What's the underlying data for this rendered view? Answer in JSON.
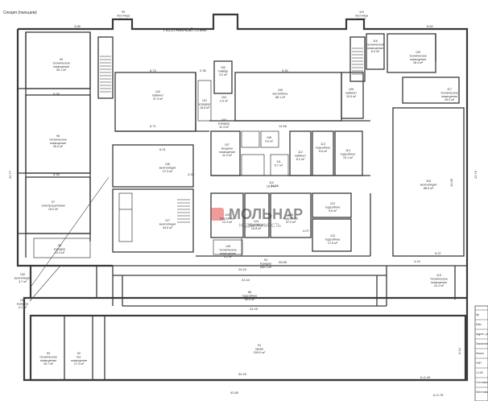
{
  "header": {
    "section_label": "Секция (пальцем)",
    "plan_title": "ПОЭТАЖНЫЙ ПЛАН"
  },
  "watermark": {
    "title": "МОЛЬНАР",
    "subtitle": "НЕДВИЖИМОСТЬ",
    "accent_color": "#e24a4a"
  },
  "rooms": [
    {
      "id": "95",
      "name": "95\nтехническое\nпомещение\n30.1 м²"
    },
    {
      "id": "96",
      "name": "96\nтехническое\nпомещение\n45.4 м²"
    },
    {
      "id": "97",
      "name": "97\nэлектрощитовая\n15.0 м²"
    },
    {
      "id": "98",
      "name": "98\nкоридор\n10.3 м²"
    },
    {
      "id": "99",
      "name": "99\nлестница\n6.3 м²"
    },
    {
      "id": "100",
      "name": "100\nтамбур\n3.2 м²"
    },
    {
      "id": "101",
      "name": "101\nкоридор\n18.8 м²"
    },
    {
      "id": "102",
      "name": "102\nкабинет\n37.3 м²"
    },
    {
      "id": "103",
      "name": "103\nкоридор\n11.3 м²"
    },
    {
      "id": "104",
      "name": "104\n2.5 м²"
    },
    {
      "id": "106",
      "name": "106\nкабинет\n15.5 м²"
    },
    {
      "id": "107",
      "name": "107\nвходное\nпомещение\n11.0 м²"
    },
    {
      "id": "108",
      "name": "108\n4.6 м²"
    },
    {
      "id": "109",
      "name": "109\nвестибюль\n68.1 м²"
    },
    {
      "id": "110",
      "name": "110\n18.3 м²"
    },
    {
      "id": "111",
      "name": "111\n6.7 м²"
    },
    {
      "id": "112",
      "name": "112\nкабинет\n8.2 м²"
    },
    {
      "id": "113",
      "name": "113\nподсобное\n9.6 м²"
    },
    {
      "id": "114",
      "name": "114\nподсобное\n10.1 м²"
    },
    {
      "id": "115",
      "name": "115\nлестница\n6.8 м²"
    },
    {
      "id": "116",
      "name": "116\nтехническое\nпомещение\n6.4 м²"
    },
    {
      "id": "117",
      "name": "117\nтехническое\nпомещение\n25.0 м²"
    },
    {
      "id": "118",
      "name": "118\nвентиляция\n88.6 м²"
    },
    {
      "id": "119",
      "name": "119\nтехническое\nпомещение\n24.1 м²"
    },
    {
      "id": "121",
      "name": "121\nподсобное\n9.6 м²"
    },
    {
      "id": "122",
      "name": "122\nподсобное\n17.8 м²"
    },
    {
      "id": "123",
      "name": "123\nподсобное\n37.0 м²"
    },
    {
      "id": "124",
      "name": "124\nподсобное\n15.8 м²"
    },
    {
      "id": "125",
      "name": "125\nподсобное\n12.3 м²"
    },
    {
      "id": "126",
      "name": "126\nвентиляция\n27.3 м²"
    },
    {
      "id": "127",
      "name": "127\nвентиляция\n34.6 м²"
    },
    {
      "id": "128",
      "name": "128\nтехническое\nпомещение\n4.2 м²"
    },
    {
      "id": "129",
      "name": "129\nтехническое\nпомещение\n18.4 м²"
    },
    {
      "id": "130",
      "name": "130\nвентиляция\n3.7 м²"
    },
    {
      "id": "131",
      "name": "131\nкоридор\n4.1 м²"
    },
    {
      "id": "88",
      "name": "88\nподсобное\n89.6 м²"
    },
    {
      "id": "91",
      "name": "91\nгараж\n209.0 м²"
    },
    {
      "id": "92",
      "name": "92\nтех.\nпомещение\n17.4 м²"
    },
    {
      "id": "93",
      "name": "93\nтехническое\nпомещение\n18.7 м²"
    },
    {
      "id": "94",
      "name": "94\nкоридор\n262.1 м²"
    }
  ],
  "dimensions": {
    "top_left": "3.88",
    "top_mid1": "6.74",
    "top_mid2": "2.36",
    "top_mid3": "9.92",
    "top_right": "6.62",
    "left_height": "22.77",
    "right_height": "22.76",
    "row1": "5.98",
    "row2": "5.98",
    "row3": "6.21",
    "row4": "14.66",
    "row5": "16.46",
    "corr1": "24.20",
    "corr2": "35.85",
    "corr3": "24.44",
    "corr4": "24.45",
    "bottom_total": "42.80",
    "gar_w": "34.43",
    "gar_h": "6.14",
    "right_mid": "14.49",
    "dim_a": "4.33",
    "dim_b": "4.07",
    "dim_c": "5.97",
    "dim_d": "4.19",
    "dim_e": "6.71"
  },
  "title_block": {
    "rows": [
      "Кр",
      "Изм",
      "Адрес: ул.",
      "Заказчик",
      "Испол",
      "ГИП",
      "1:100",
      "Составил",
      "Изготовил"
    ]
  },
  "height_mark": "h=2.49",
  "height_mark2": "h=2.78"
}
